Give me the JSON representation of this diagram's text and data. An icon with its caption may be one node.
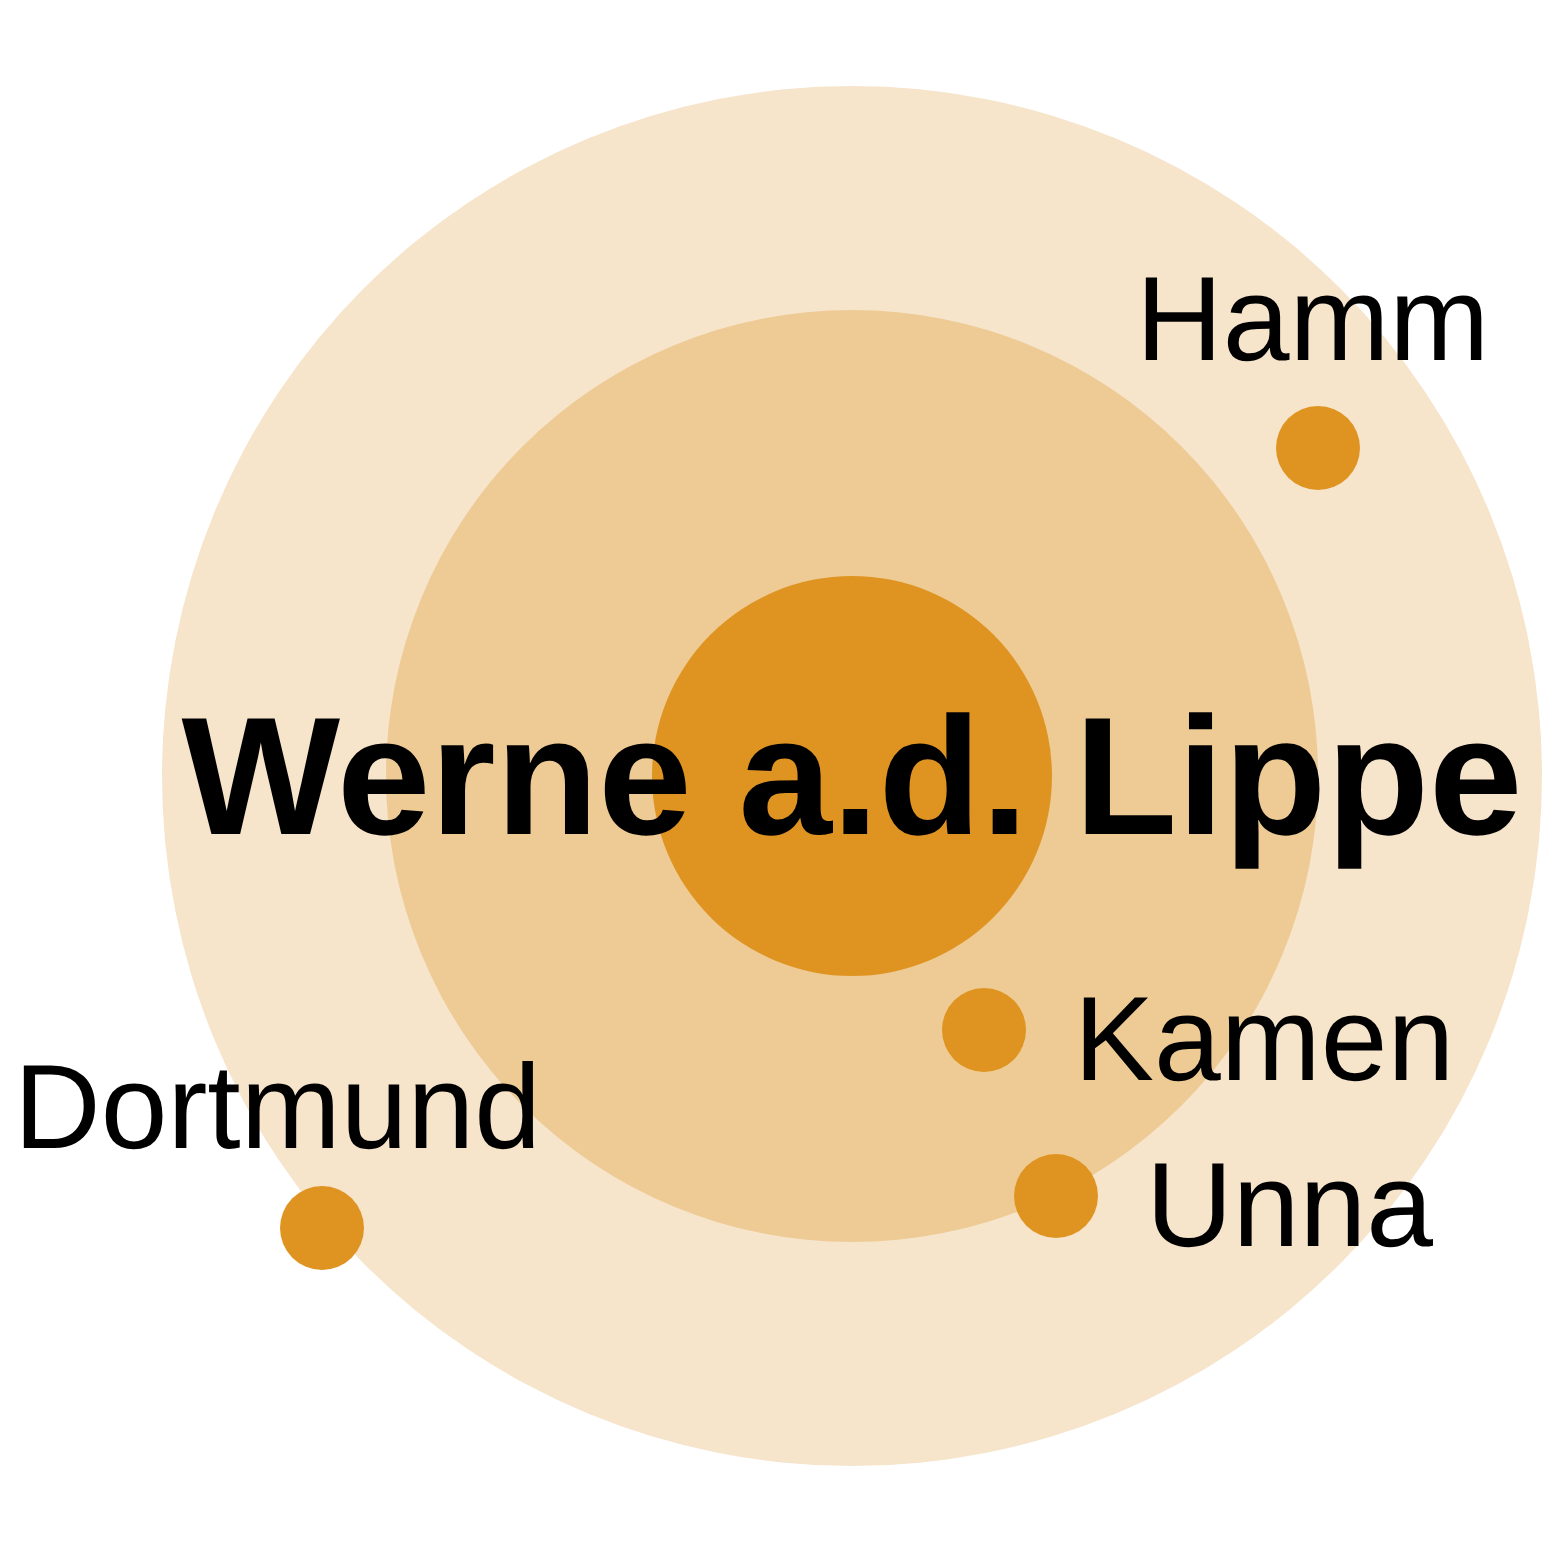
{
  "diagram": {
    "nodes": [
      {
        "text": [],
        "shape": "circle"
      },
      {
        "text": [],
        "shape": "circle",
        "in": 0
      },
      {
        "text": [
          "Werne a.d. Lippe"
        ],
        "in": 0
      },
      {
        "text": [],
        "shape": "circle",
        "in": 0,
        "beside": [
          "Hamm"
        ]
      },
      {
        "text": [],
        "shape": "circle",
        "in": 1,
        "beside": [
          "Kamen"
        ]
      },
      {
        "text": [],
        "shape": "circle",
        "in": 0,
        "beside": [
          "Unna"
        ]
      },
      {
        "text": [],
        "shape": "circle",
        "in": 0,
        "beside": [
          "Dortmund"
        ]
      }
    ]
  }
}
